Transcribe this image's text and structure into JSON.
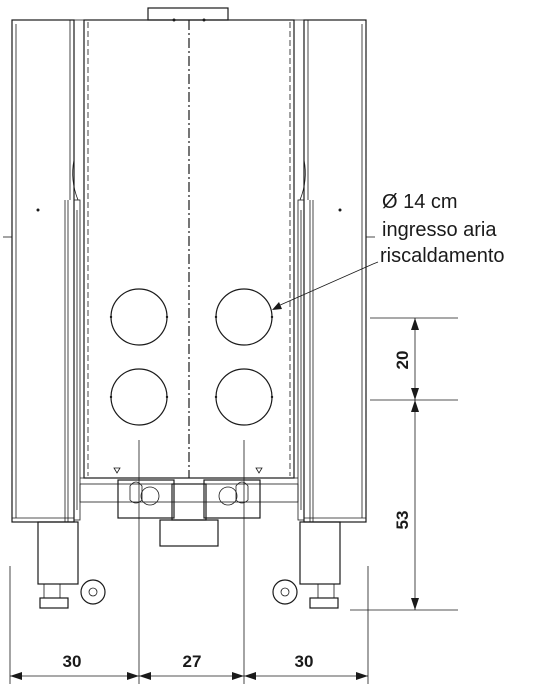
{
  "annotation": {
    "line1": "Ø 14 cm",
    "line2": "ingresso aria",
    "line3": "riscaldamento"
  },
  "dimensions": {
    "bottom_left": "30",
    "bottom_middle": "27",
    "bottom_right": "30",
    "vertical_upper": "20",
    "vertical_lower": "53"
  }
}
